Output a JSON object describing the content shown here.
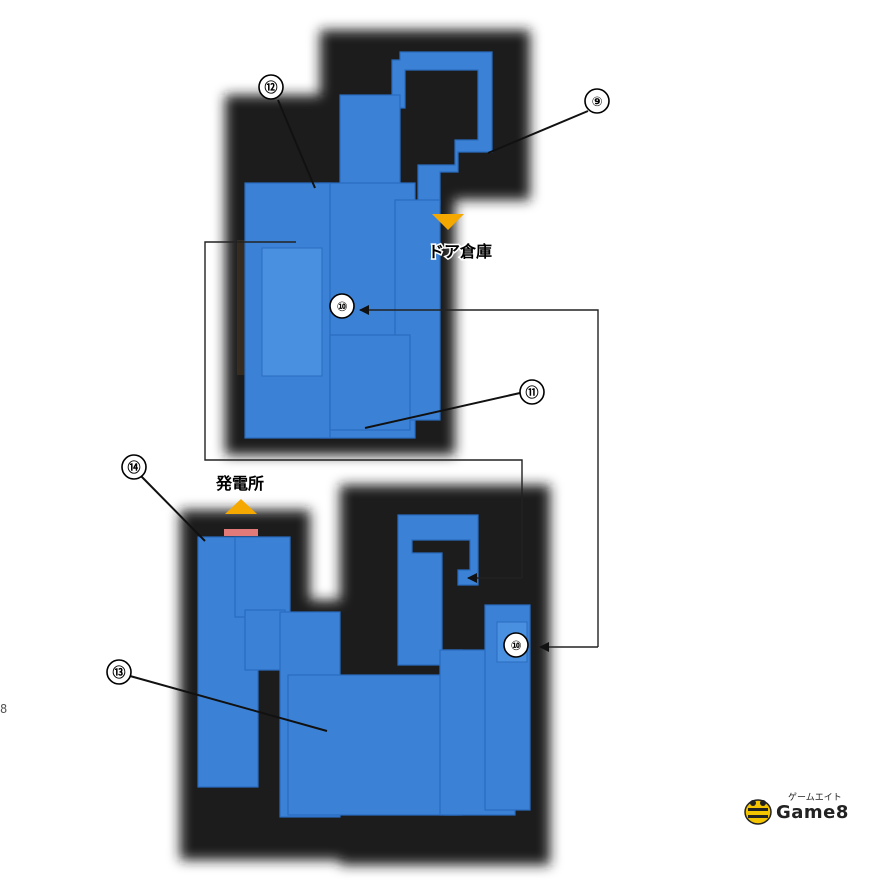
{
  "map": {
    "markers": [
      {
        "id": "m9",
        "label": "⑨"
      },
      {
        "id": "m10a",
        "label": "⑩"
      },
      {
        "id": "m11",
        "label": "⑪"
      },
      {
        "id": "m12",
        "label": "⑫"
      },
      {
        "id": "m13",
        "label": "⑬"
      },
      {
        "id": "m14",
        "label": "⑭"
      },
      {
        "id": "m10b",
        "label": "⑩"
      }
    ],
    "places": {
      "door_storage": "ドア倉庫",
      "power_station": "発電所"
    },
    "colors": {
      "room_fill": "#3b82d6",
      "arrow_marker": "#f5a800",
      "background_dark": "#1c1c1c"
    }
  },
  "logo": {
    "name": "Game8",
    "subtitle": "ゲームエイト"
  },
  "edge_glyph": "8"
}
